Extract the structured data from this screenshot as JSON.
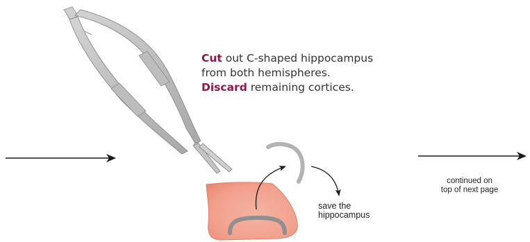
{
  "instruction": {
    "line1_verb": "Cut",
    "line1_rest": " out C-shaped hippocampus",
    "line2": "from both hemispheres.",
    "line3_verb": "Discard",
    "line3_rest": " remaining cortices."
  },
  "save_label": {
    "line1": "save the",
    "line2": "hippocampus"
  },
  "continued_label": {
    "line1": "continued on",
    "line2": "top of next page"
  },
  "colors": {
    "accent_text": "#8b1a4a",
    "tissue_fill": "#f2a593",
    "tissue_edge": "#e07f6a",
    "hippocampus": "#999999",
    "scissors": "#b9b9b9",
    "arrow": "#1a1a1a"
  }
}
